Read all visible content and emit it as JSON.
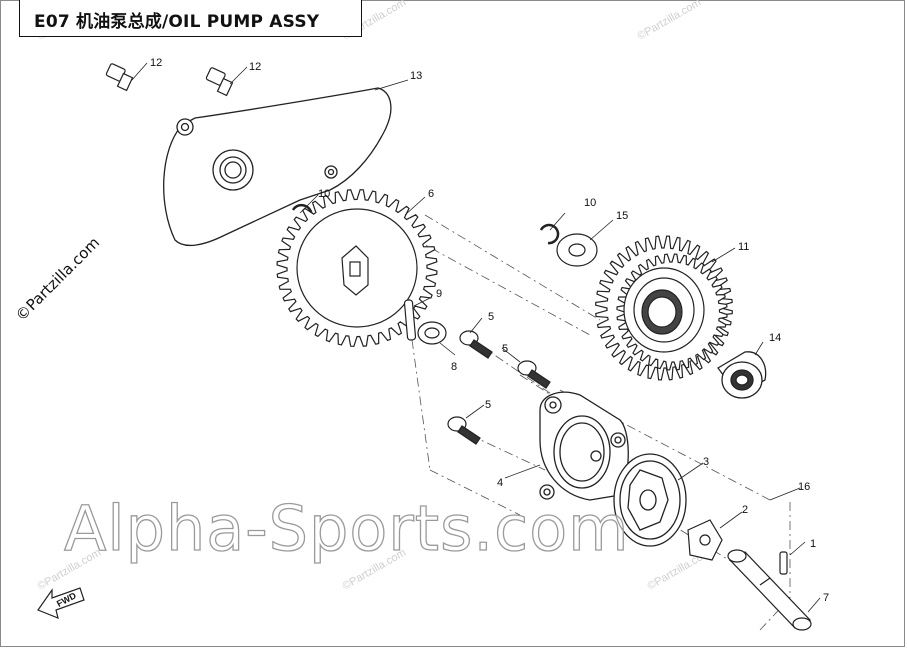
{
  "header": {
    "title": "E07 机油泵总成/OIL PUMP ASSY"
  },
  "watermarks": {
    "site": "Alpha-Sports.com",
    "partzilla": "©Partzilla.com",
    "partzilla_small": "©Partzilla.com"
  },
  "fwd_label": "FWD",
  "callouts": [
    "1",
    "2",
    "3",
    "4",
    "5",
    "5",
    "5",
    "6",
    "7",
    "8",
    "9",
    "10",
    "10",
    "11",
    "12",
    "12",
    "13",
    "14",
    "15",
    "16"
  ]
}
